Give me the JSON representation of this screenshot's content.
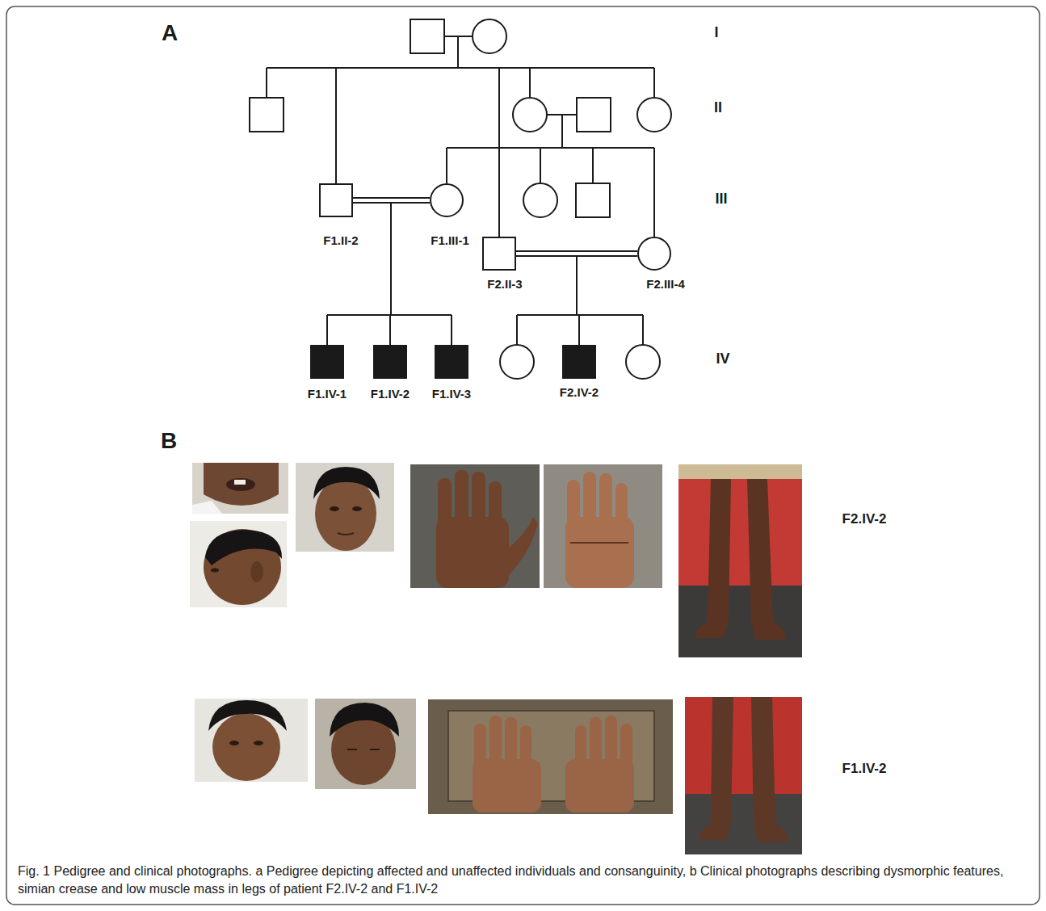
{
  "diagram": {
    "caption": "Fig. 1 Pedigree and clinical photographs. a Pedigree depicting affected and unaffected individuals and consanguinity, b Clinical photographs describing dysmorphic features, simian crease and low muscle mass in legs of patient F2.IV-2 and F1.IV-2",
    "nodes": [
      {
        "text": [
          "F1.II-2"
        ]
      },
      {
        "text": [
          "F1.III-1"
        ]
      },
      {
        "text": [
          "F2.II-3"
        ]
      },
      {
        "text": [
          "F2.III-4"
        ]
      },
      {
        "text": [
          "F1.IV-1"
        ]
      },
      {
        "text": [
          "F1.IV-2"
        ]
      },
      {
        "text": [
          "F1.IV-3"
        ]
      },
      {
        "text": [
          "F2.IV-2"
        ]
      }
    ],
    "edges": [
      {
        "from": 0,
        "to": 1,
        "arrow": "none"
      },
      {
        "from": 2,
        "to": 3,
        "arrow": "none"
      }
    ],
    "labels": [
      "A",
      "I",
      "II",
      "III",
      "IV",
      "B",
      "F2.IV-2",
      "F1.IV-2"
    ]
  }
}
